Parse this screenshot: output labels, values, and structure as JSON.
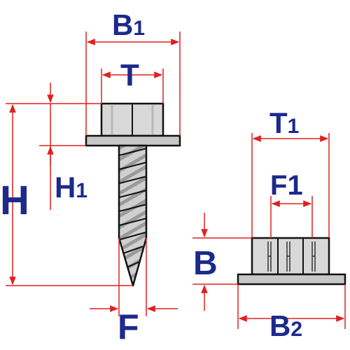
{
  "labels": {
    "b1": {
      "main": "B",
      "sub": "1"
    },
    "t": {
      "main": "T"
    },
    "h": {
      "main": "H"
    },
    "h1": {
      "main": "H",
      "sub": "1"
    },
    "f": {
      "main": "F"
    },
    "t1": {
      "main": "T",
      "sub": "1"
    },
    "f1": {
      "main": "F",
      "sub": "1"
    },
    "b": {
      "main": "B"
    },
    "b2": {
      "main": "B",
      "sub": "2"
    }
  },
  "colors": {
    "dimension": "#e02020",
    "label": "#1c2a8c",
    "part_fill": "#d8d8d8",
    "outline": "#111111"
  }
}
